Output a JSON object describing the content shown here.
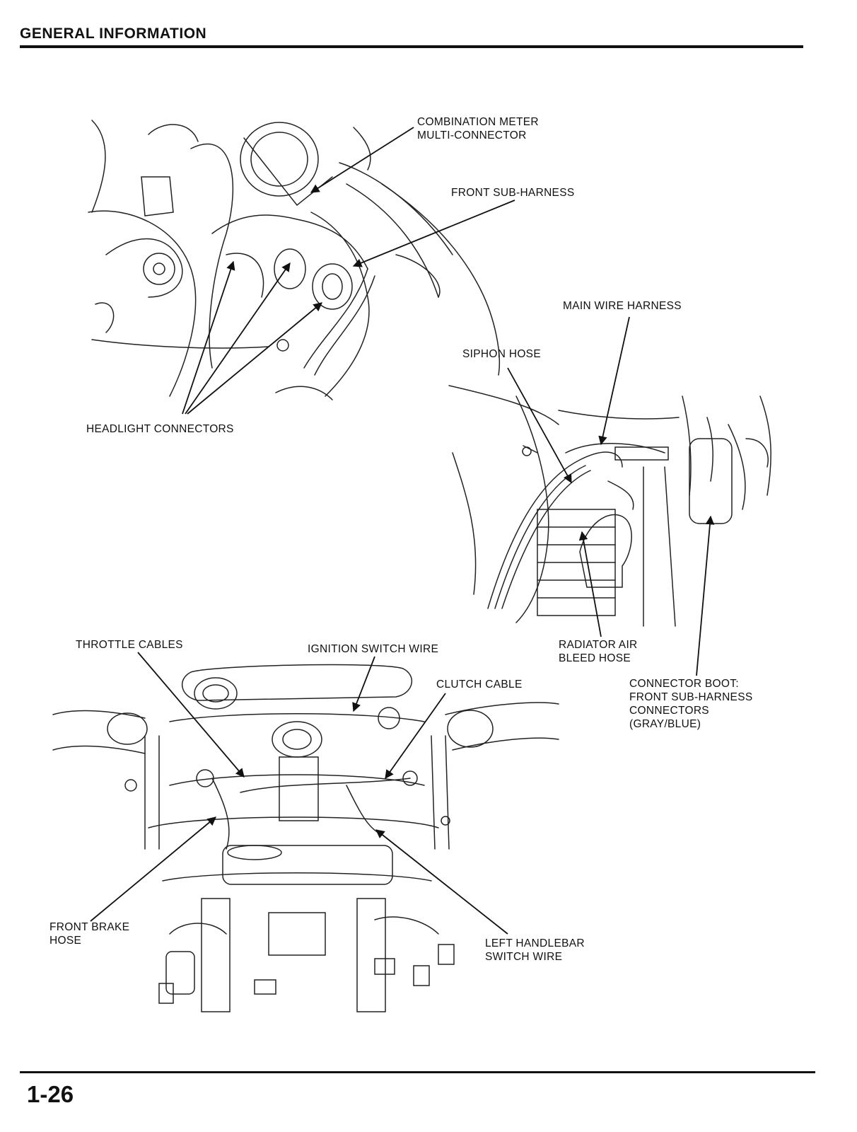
{
  "header": {
    "title": "GENERAL INFORMATION"
  },
  "footer": {
    "page_number": "1-26"
  },
  "colors": {
    "ink": "#111111",
    "paper": "#ffffff"
  },
  "callouts": {
    "combination_meter": "COMBINATION METER\nMULTI-CONNECTOR",
    "front_sub_harness": "FRONT SUB-HARNESS",
    "headlight_connectors": "HEADLIGHT CONNECTORS",
    "main_wire_harness": "MAIN WIRE HARNESS",
    "siphon_hose": "SIPHON HOSE",
    "radiator_air_bleed_hose": "RADIATOR AIR\nBLEED HOSE",
    "connector_boot": "CONNECTOR BOOT:\nFRONT SUB-HARNESS\nCONNECTORS\n(GRAY/BLUE)",
    "throttle_cables": "THROTTLE CABLES",
    "ignition_switch_wire": "IGNITION SWITCH WIRE",
    "clutch_cable": "CLUTCH CABLE",
    "front_brake_hose": "FRONT BRAKE\nHOSE",
    "left_handlebar_switch_wire": "LEFT HANDLEBAR\nSWITCH WIRE"
  }
}
